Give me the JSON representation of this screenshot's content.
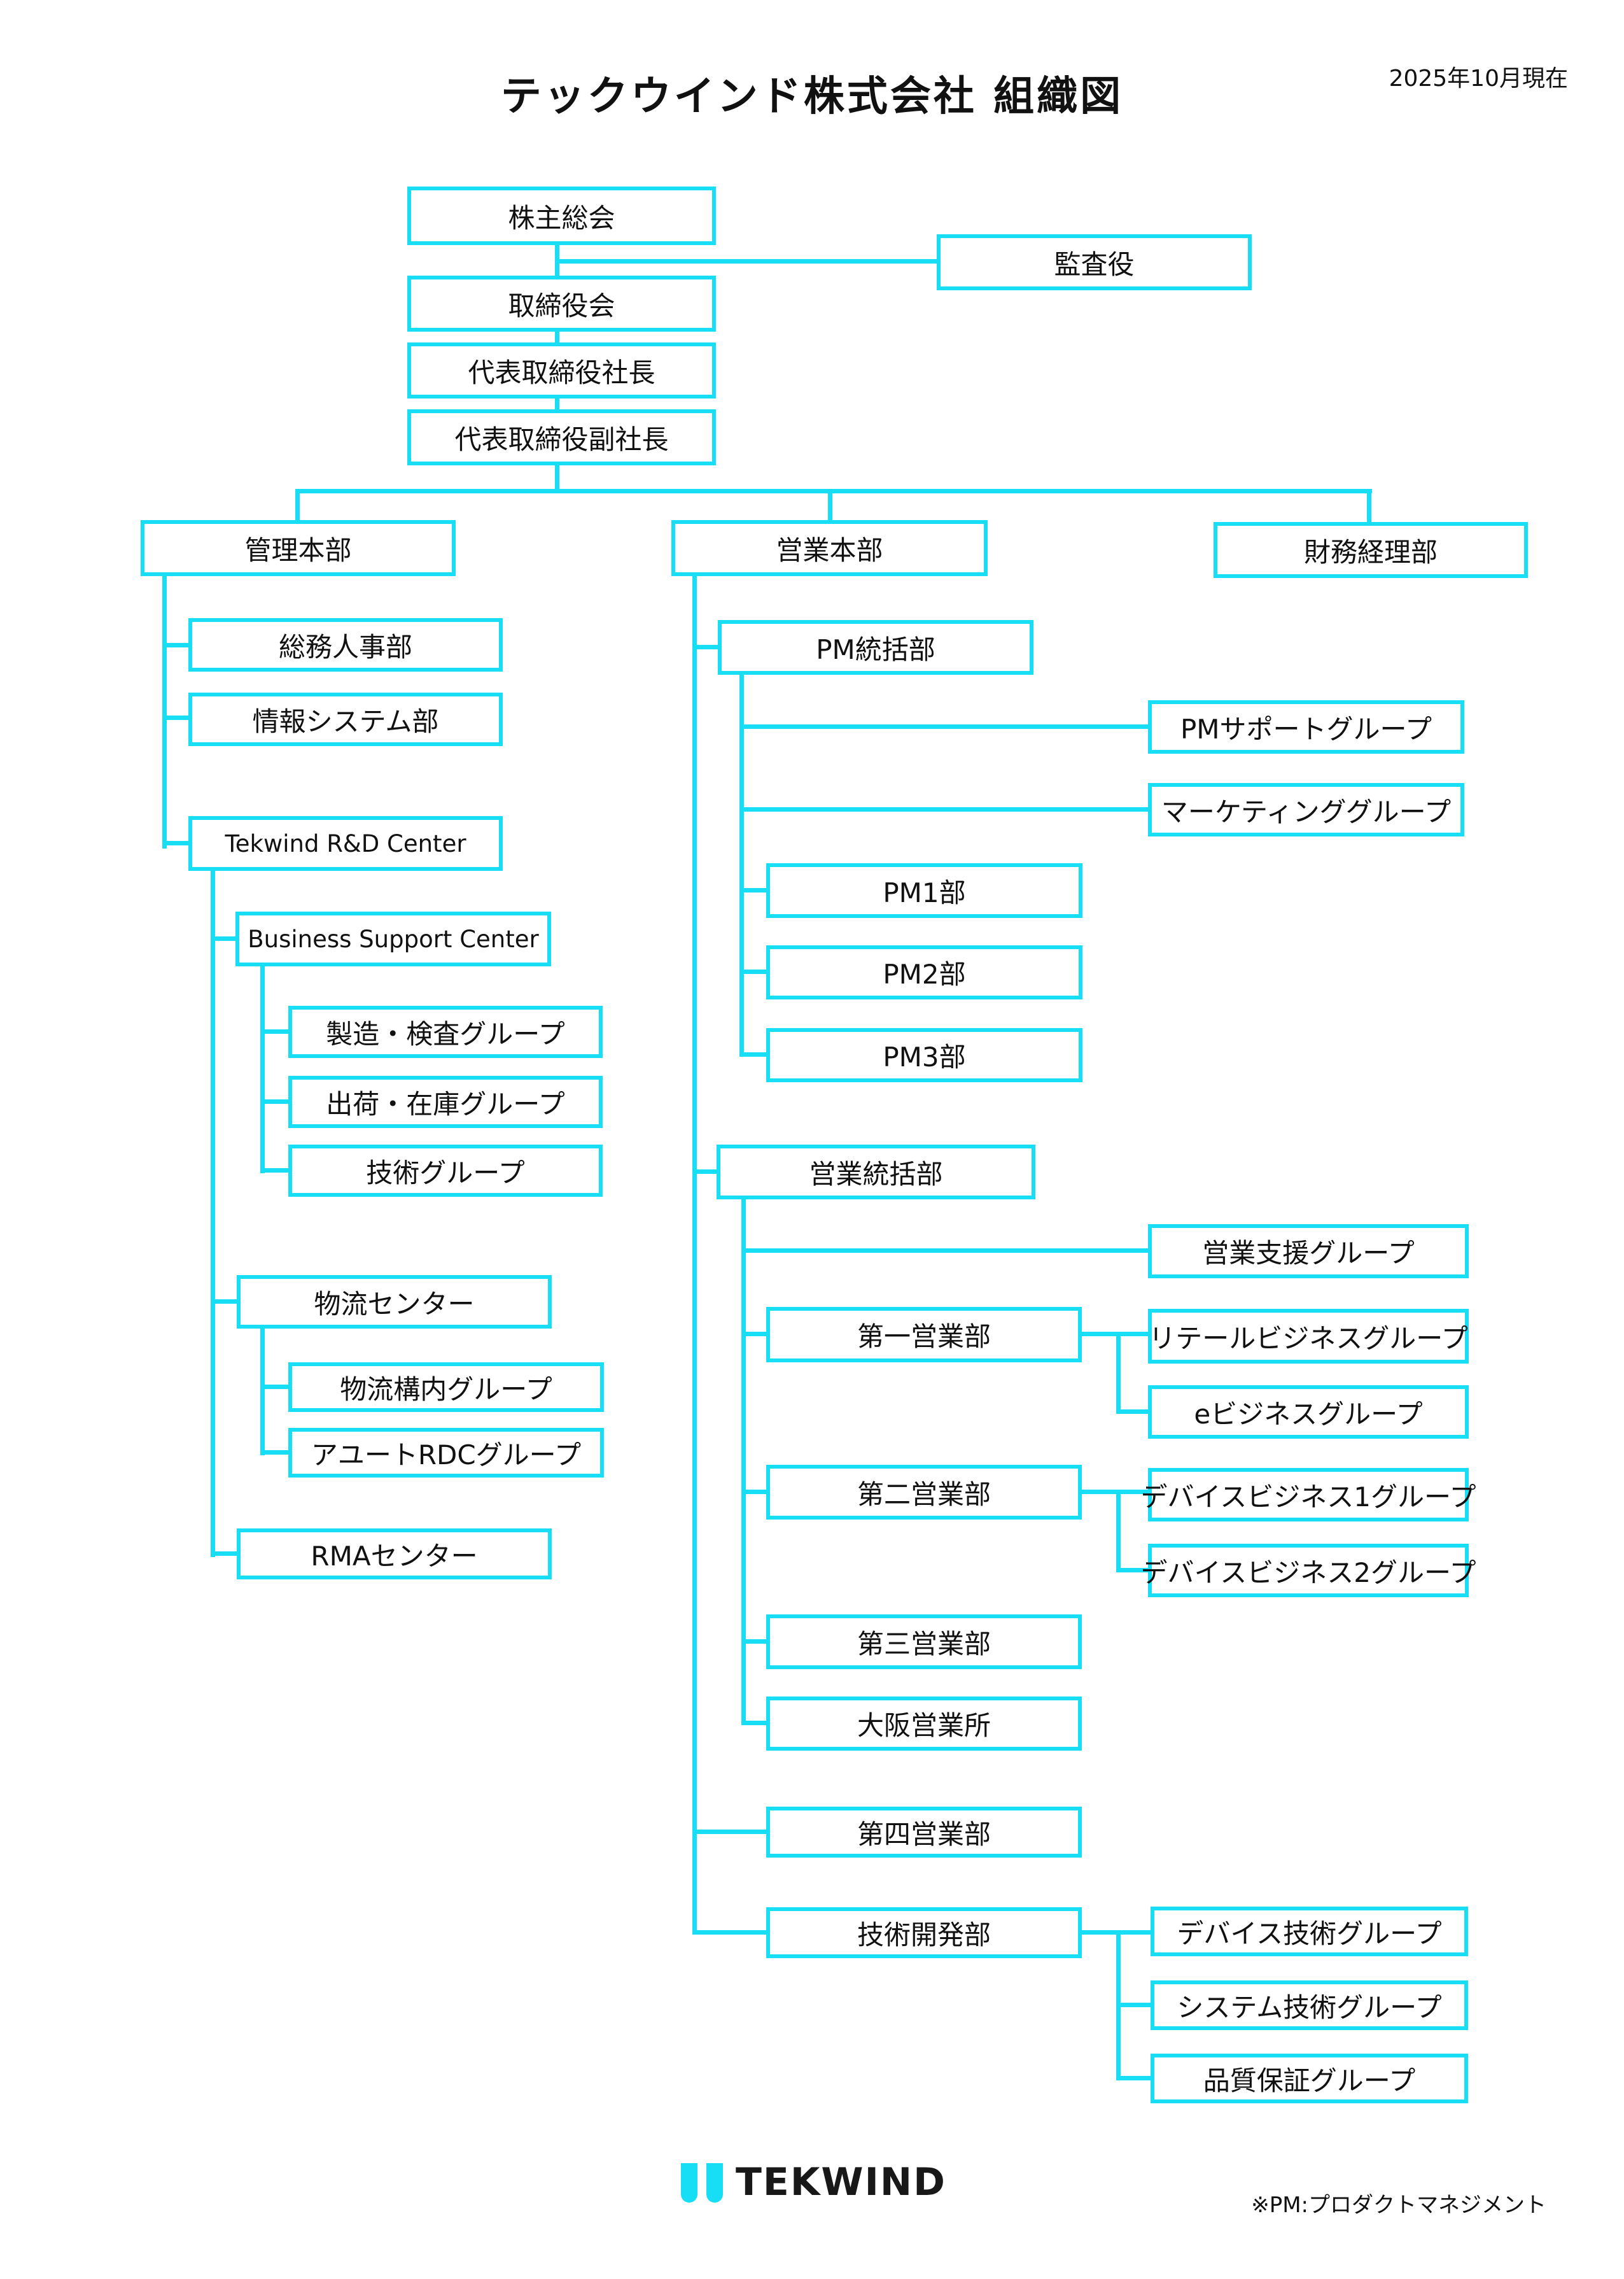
{
  "header": {
    "title": "テックウインド株式会社 組織図",
    "date_note": "2025年10月現在"
  },
  "footer": {
    "logo_text": "TEKWIND",
    "note": "※PM:プロダクトマネジメント"
  },
  "colors": {
    "accent": "#18def5",
    "box_fill": "#ffffff",
    "text": "#111111"
  },
  "nodes": {
    "shareholders": {
      "label": "株主総会"
    },
    "auditor": {
      "label": "監査役"
    },
    "board": {
      "label": "取締役会"
    },
    "president": {
      "label": "代表取締役社長"
    },
    "vice_president": {
      "label": "代表取締役副社長"
    },
    "admin_hq": {
      "label": "管理本部"
    },
    "sales_hq": {
      "label": "営業本部"
    },
    "finance_dept": {
      "label": "財務経理部"
    },
    "general_affairs": {
      "label": "総務人事部"
    },
    "info_systems": {
      "label": "情報システム部"
    },
    "rd_center": {
      "label": "Tekwind R&D Center"
    },
    "bsc": {
      "label": "Business Support Center"
    },
    "mfg_inspection": {
      "label": "製造・検査グループ"
    },
    "shipping_inventory": {
      "label": "出荷・在庫グループ"
    },
    "tech_group": {
      "label": "技術グループ"
    },
    "logistics_center": {
      "label": "物流センター"
    },
    "logistics_yard": {
      "label": "物流構内グループ"
    },
    "ayuto_rdc": {
      "label": "アユートRDCグループ"
    },
    "rma_center": {
      "label": "RMAセンター"
    },
    "pm_division": {
      "label": "PM統括部"
    },
    "pm_support": {
      "label": "PMサポートグループ"
    },
    "marketing": {
      "label": "マーケティンググループ"
    },
    "pm1": {
      "label": "PM1部"
    },
    "pm2": {
      "label": "PM2部"
    },
    "pm3": {
      "label": "PM3部"
    },
    "sales_control": {
      "label": "営業統括部"
    },
    "sales_support": {
      "label": "営業支援グループ"
    },
    "sales1": {
      "label": "第一営業部"
    },
    "retail_biz": {
      "label": "リテールビジネスグループ"
    },
    "e_biz": {
      "label": "eビジネスグループ"
    },
    "sales2": {
      "label": "第二営業部"
    },
    "device_biz1": {
      "label": "デバイスビジネス1グループ"
    },
    "device_biz2": {
      "label": "デバイスビジネス2グループ"
    },
    "sales3": {
      "label": "第三営業部"
    },
    "osaka_office": {
      "label": "大阪営業所"
    },
    "sales4": {
      "label": "第四営業部"
    },
    "tech_dev": {
      "label": "技術開発部"
    },
    "device_tech": {
      "label": "デバイス技術グループ"
    },
    "system_tech": {
      "label": "システム技術グループ"
    },
    "qa_group": {
      "label": "品質保証グループ"
    }
  },
  "hierarchy": {
    "shareholders": [
      "auditor",
      "board"
    ],
    "board": [
      "president"
    ],
    "president": [
      "vice_president"
    ],
    "vice_president": [
      "admin_hq",
      "sales_hq",
      "finance_dept"
    ],
    "admin_hq": [
      "general_affairs",
      "info_systems",
      "rd_center"
    ],
    "rd_center": [
      "bsc",
      "logistics_center",
      "rma_center"
    ],
    "bsc": [
      "mfg_inspection",
      "shipping_inventory",
      "tech_group"
    ],
    "logistics_center": [
      "logistics_yard",
      "ayuto_rdc"
    ],
    "sales_hq": [
      "pm_division",
      "sales_control",
      "sales4",
      "tech_dev"
    ],
    "pm_division": [
      "pm_support",
      "marketing",
      "pm1",
      "pm2",
      "pm3"
    ],
    "sales_control": [
      "sales_support",
      "sales1",
      "sales2",
      "sales3",
      "osaka_office"
    ],
    "sales1": [
      "retail_biz",
      "e_biz"
    ],
    "sales2": [
      "device_biz1",
      "device_biz2"
    ],
    "tech_dev": [
      "device_tech",
      "system_tech",
      "qa_group"
    ]
  }
}
